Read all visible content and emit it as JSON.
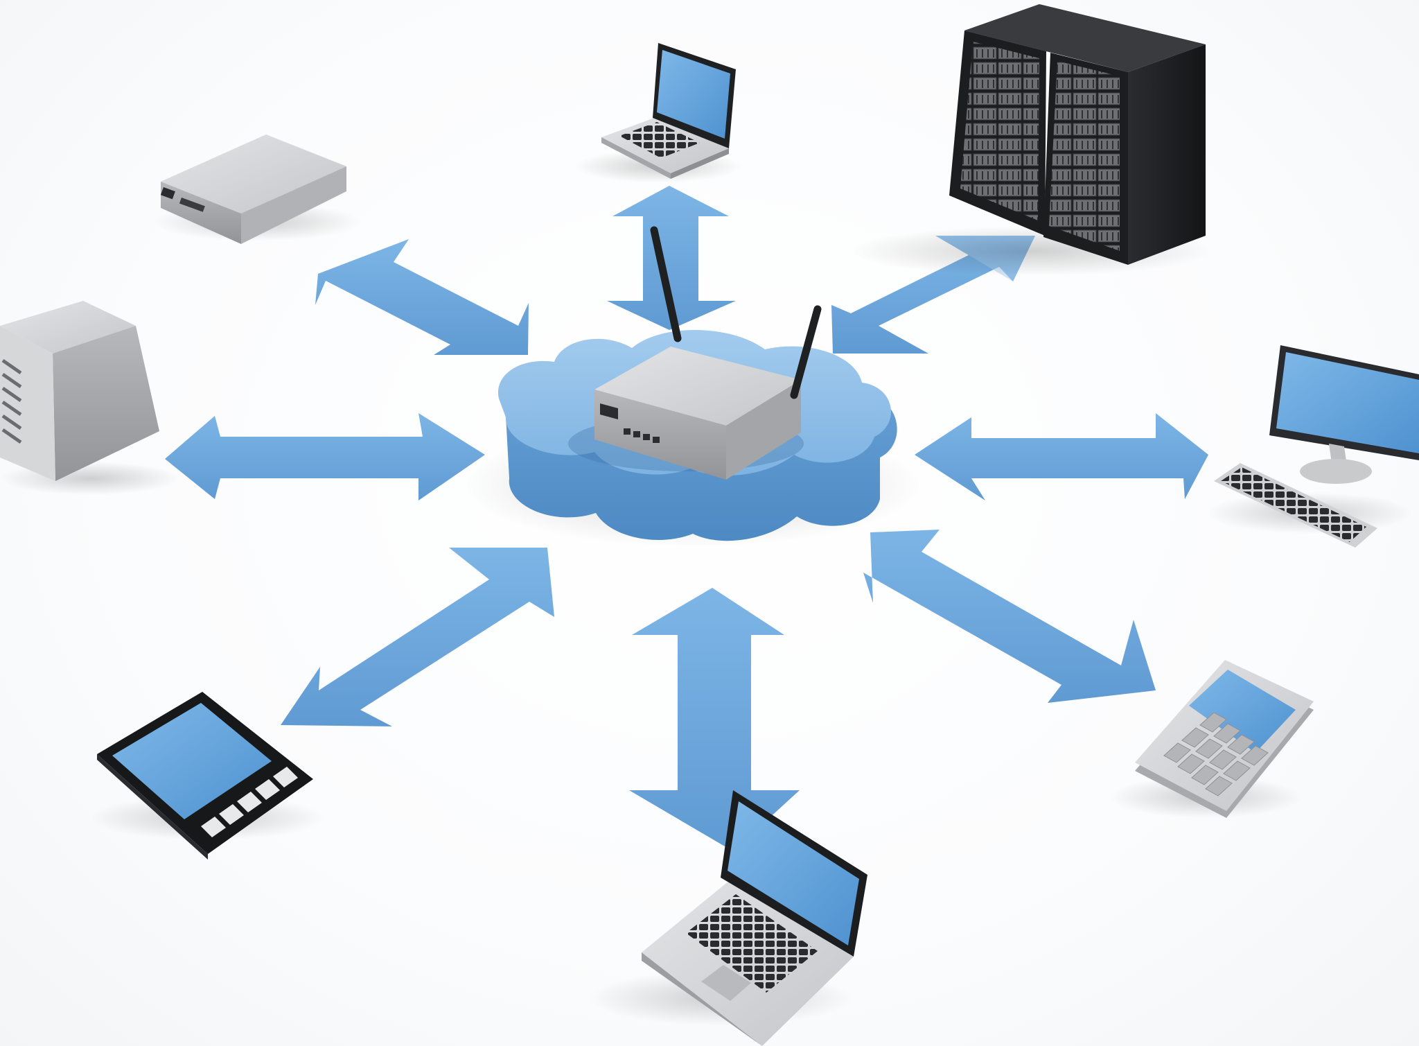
{
  "colors": {
    "background": "#ffffff",
    "arrow": "#6fa9dc",
    "arrow_dark": "#4f8cc4",
    "cloud": "#84b8e4",
    "cloud_side": "#5f9ad0",
    "device_gray": "#c9cacc",
    "device_dark": "#1e1f21",
    "screen": "#6aa8de"
  },
  "hub": {
    "shape": "cloud",
    "device": "wireless-router"
  },
  "nodes": [
    {
      "id": "set-top-box",
      "icon": "network-appliance-icon"
    },
    {
      "id": "laptop-top",
      "icon": "laptop-icon"
    },
    {
      "id": "server-rack",
      "icon": "server-rack-icon"
    },
    {
      "id": "tower-server",
      "icon": "tower-server-icon"
    },
    {
      "id": "desktop-pc",
      "icon": "desktop-monitor-icon"
    },
    {
      "id": "tablet",
      "icon": "tablet-icon"
    },
    {
      "id": "laptop-bottom",
      "icon": "laptop-icon"
    },
    {
      "id": "mobile-phone",
      "icon": "mobile-phone-icon"
    }
  ],
  "connections": [
    {
      "to": "set-top-box",
      "style": "double-headed-arrow"
    },
    {
      "to": "laptop-top",
      "style": "double-headed-arrow"
    },
    {
      "to": "server-rack",
      "style": "double-headed-arrow"
    },
    {
      "to": "tower-server",
      "style": "double-headed-arrow"
    },
    {
      "to": "desktop-pc",
      "style": "double-headed-arrow"
    },
    {
      "to": "tablet",
      "style": "double-headed-arrow"
    },
    {
      "to": "laptop-bottom",
      "style": "double-headed-arrow"
    },
    {
      "to": "mobile-phone",
      "style": "double-headed-arrow"
    }
  ]
}
